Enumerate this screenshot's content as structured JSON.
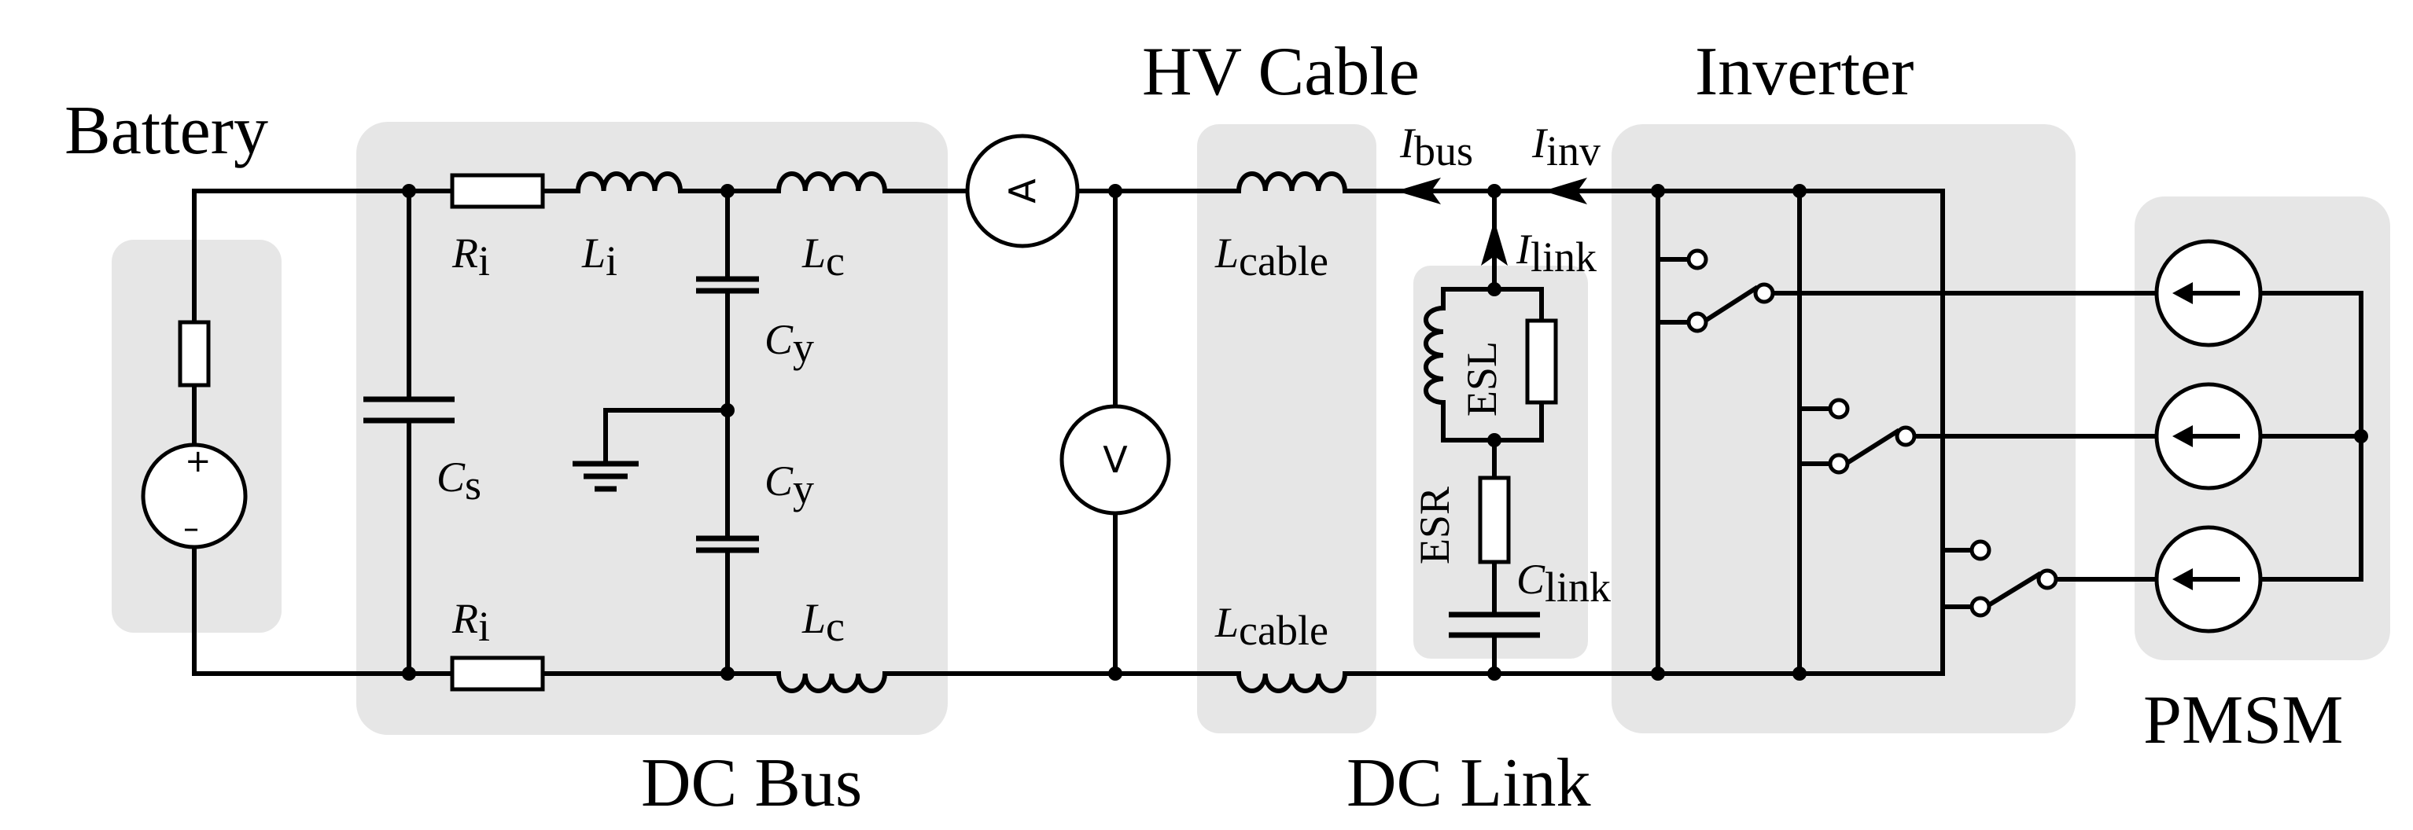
{
  "sections": {
    "battery": "Battery",
    "dc_bus": "DC Bus",
    "hv_cable": "HV Cable",
    "dc_link": "DC Link",
    "inverter": "Inverter",
    "pmsm": "PMSM"
  },
  "components": {
    "ri_top": {
      "main": "R",
      "sub": "i"
    },
    "li": {
      "main": "L",
      "sub": "i"
    },
    "lc_top": {
      "main": "L",
      "sub": "c"
    },
    "cs": {
      "main": "C",
      "sub": "s"
    },
    "cy_top": {
      "main": "C",
      "sub": "y"
    },
    "cy_bottom": {
      "main": "C",
      "sub": "y"
    },
    "ri_bottom": {
      "main": "R",
      "sub": "i"
    },
    "lc_bottom": {
      "main": "L",
      "sub": "c"
    },
    "lcable_top": {
      "main": "L",
      "sub": "cable"
    },
    "lcable_bottom": {
      "main": "L",
      "sub": "cable"
    },
    "esl": "ESL",
    "esr": "ESR",
    "clink": {
      "main": "C",
      "sub": "link"
    }
  },
  "currents": {
    "ibus": {
      "main": "I",
      "sub": "bus"
    },
    "iinv": {
      "main": "I",
      "sub": "inv"
    },
    "ilink": {
      "main": "I",
      "sub": "link"
    }
  },
  "meters": {
    "ammeter": "A",
    "voltmeter": "V"
  },
  "polarity": {
    "plus": "+",
    "minus": "–"
  },
  "colors": {
    "region_fill": "#e6e6e6",
    "wire": "#000000"
  }
}
